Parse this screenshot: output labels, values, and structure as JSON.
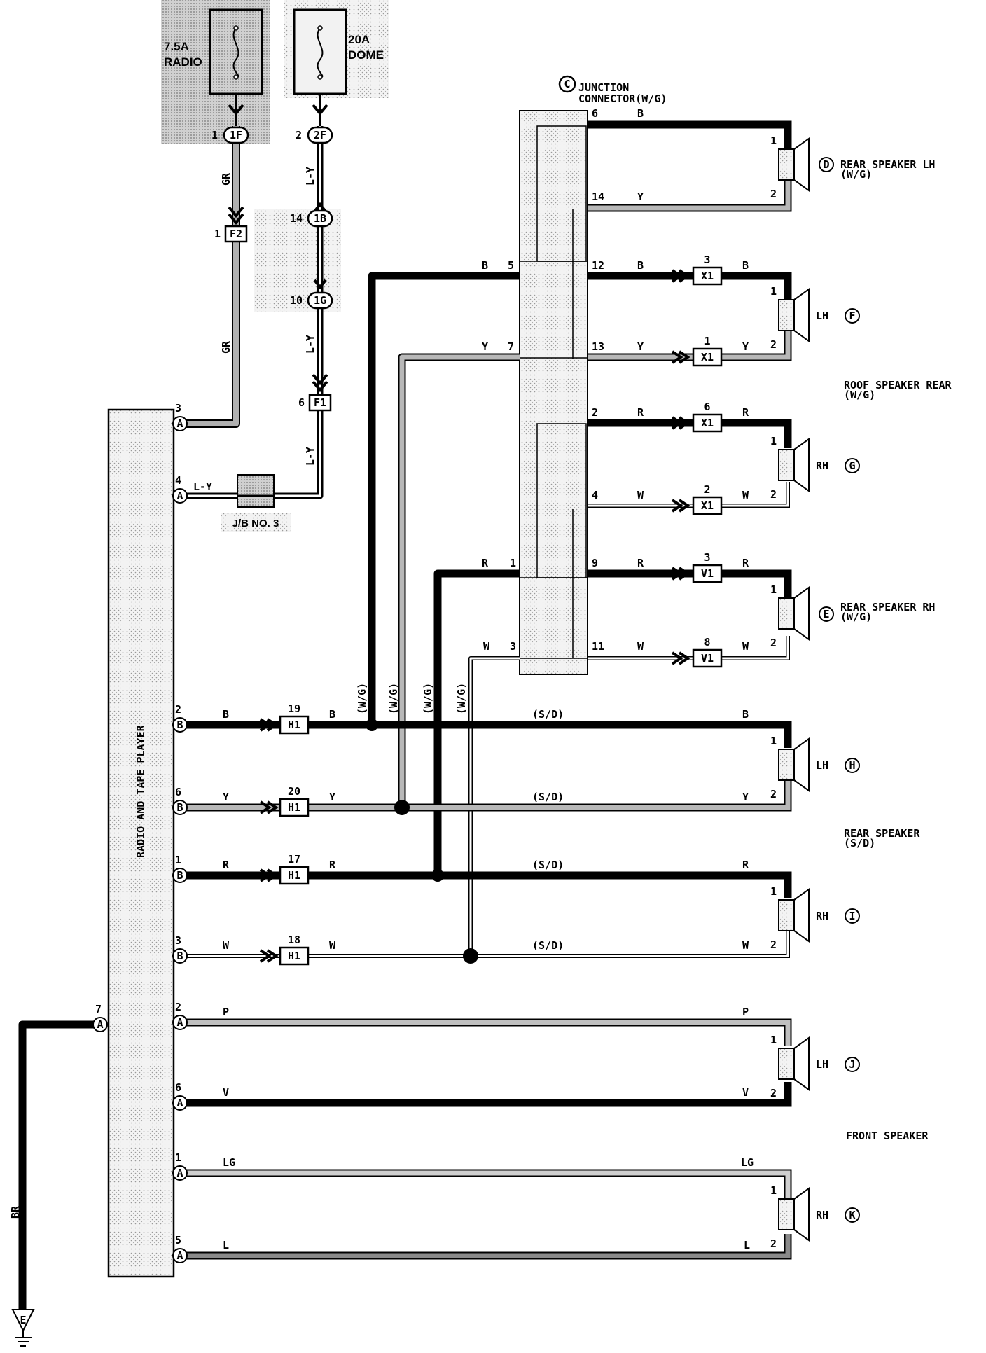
{
  "fuses": {
    "radio": {
      "amp": "7.5A",
      "name": "RADIO",
      "conn": "1F",
      "pin": "1"
    },
    "dome": {
      "amp": "20A",
      "name": "DOME",
      "conn": "2F",
      "pin": "2"
    }
  },
  "connectors": {
    "f2": {
      "name": "F2",
      "pin": "1"
    },
    "b14": {
      "name": "1B",
      "pin": "14"
    },
    "g10": {
      "name": "1G",
      "pin": "10"
    },
    "f1": {
      "name": "F1",
      "pin": "6"
    }
  },
  "jb": {
    "label": "J/B NO. 3"
  },
  "radio_unit": {
    "label": "RADIO AND TAPE PLAYER"
  },
  "junction": {
    "letter": "C",
    "line1": "JUNCTION",
    "line2": "CONNECTOR(W/G)"
  },
  "wires": {
    "gr": "GR",
    "ly": "L-Y",
    "b": "B",
    "y": "Y",
    "r": "R",
    "w": "W",
    "p": "P",
    "v": "V",
    "lg": "LG",
    "l": "L",
    "br": "BR",
    "wg": "(W/G)",
    "sd": "(S/D)"
  },
  "junction_pins": {
    "p6": "6",
    "p14": "14",
    "p5": "5",
    "p12": "12",
    "p7": "7",
    "p13": "13",
    "p2": "2",
    "p4": "4",
    "p1": "1",
    "p9": "9",
    "p3": "3",
    "p11": "11"
  },
  "inline_connectors": {
    "x1_3": {
      "name": "X1",
      "pin": "3"
    },
    "x1_1": {
      "name": "X1",
      "pin": "1"
    },
    "x1_6": {
      "name": "X1",
      "pin": "6"
    },
    "x1_2": {
      "name": "X1",
      "pin": "2"
    },
    "v1_3": {
      "name": "V1",
      "pin": "3"
    },
    "v1_8": {
      "name": "V1",
      "pin": "8"
    },
    "h1_19": {
      "name": "H1",
      "pin": "19"
    },
    "h1_20": {
      "name": "H1",
      "pin": "20"
    },
    "h1_17": {
      "name": "H1",
      "pin": "17"
    },
    "h1_18": {
      "name": "H1",
      "pin": "18"
    }
  },
  "radio_pins": [
    {
      "conn": "A",
      "pin": "3"
    },
    {
      "conn": "A",
      "pin": "4"
    },
    {
      "conn": "B",
      "pin": "2"
    },
    {
      "conn": "B",
      "pin": "6"
    },
    {
      "conn": "B",
      "pin": "1"
    },
    {
      "conn": "B",
      "pin": "3"
    },
    {
      "conn": "A",
      "pin": "2"
    },
    {
      "conn": "A",
      "pin": "6"
    },
    {
      "conn": "A",
      "pin": "1"
    },
    {
      "conn": "A",
      "pin": "5"
    },
    {
      "conn": "A",
      "pin": "7"
    }
  ],
  "speakers": {
    "D": {
      "side": "REAR SPEAKER LH",
      "sub": "(W/G)",
      "letter": "D"
    },
    "F": {
      "side": "LH",
      "letter": "F"
    },
    "G": {
      "side": "RH",
      "letter": "G"
    },
    "E": {
      "side": "REAR SPEAKER RH",
      "sub": "(W/G)",
      "letter": "E"
    },
    "H": {
      "side": "LH",
      "letter": "H"
    },
    "I": {
      "side": "RH",
      "letter": "I"
    },
    "J": {
      "side": "LH",
      "letter": "J"
    },
    "K": {
      "side": "RH",
      "letter": "K"
    }
  },
  "groups": {
    "roof": {
      "line1": "ROOF SPEAKER REAR",
      "line2": "(W/G)"
    },
    "rear_sd": {
      "line1": "REAR SPEAKER",
      "line2": "(S/D)"
    },
    "front": {
      "line1": "FRONT SPEAKER"
    }
  },
  "speaker_pins": {
    "one": "1",
    "two": "2"
  },
  "ground": {
    "letter": "E"
  }
}
